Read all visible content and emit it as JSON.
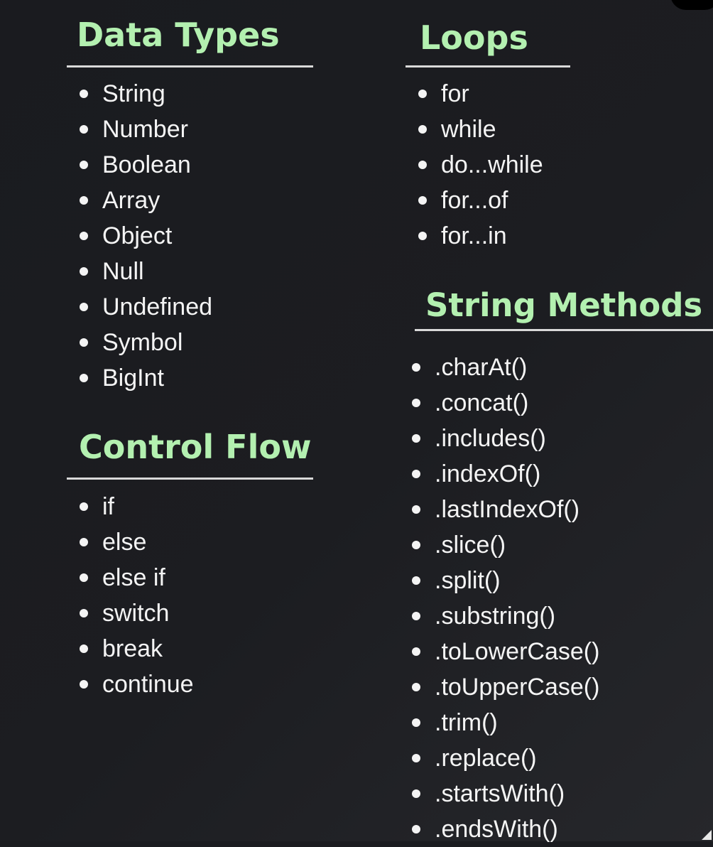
{
  "sections": {
    "data_types": {
      "title": "Data Types",
      "items": [
        "String",
        "Number",
        "Boolean",
        "Array",
        "Object",
        "Null",
        "Undefined",
        "Symbol",
        "BigInt"
      ]
    },
    "control_flow": {
      "title": "Control Flow",
      "items": [
        "if",
        "else",
        "else if",
        "switch",
        "break",
        "continue"
      ]
    },
    "loops": {
      "title": "Loops",
      "items": [
        "for",
        "while",
        "do...while",
        "for...of",
        "for...in"
      ]
    },
    "string_methods": {
      "title": "String Methods",
      "items": [
        ".charAt()",
        ".concat()",
        ".includes()",
        ".indexOf()",
        ".lastIndexOf()",
        ".slice()",
        ".split()",
        ".substring()",
        ".toLowerCase()",
        ".toUpperCase()",
        ".trim()",
        ".replace()",
        ".startsWith()",
        ".endsWith()"
      ]
    }
  },
  "colors": {
    "background": "#1b1c20",
    "heading": "#b3f0b0",
    "text": "#f4f4f4",
    "rule": "#d9d9d9"
  }
}
